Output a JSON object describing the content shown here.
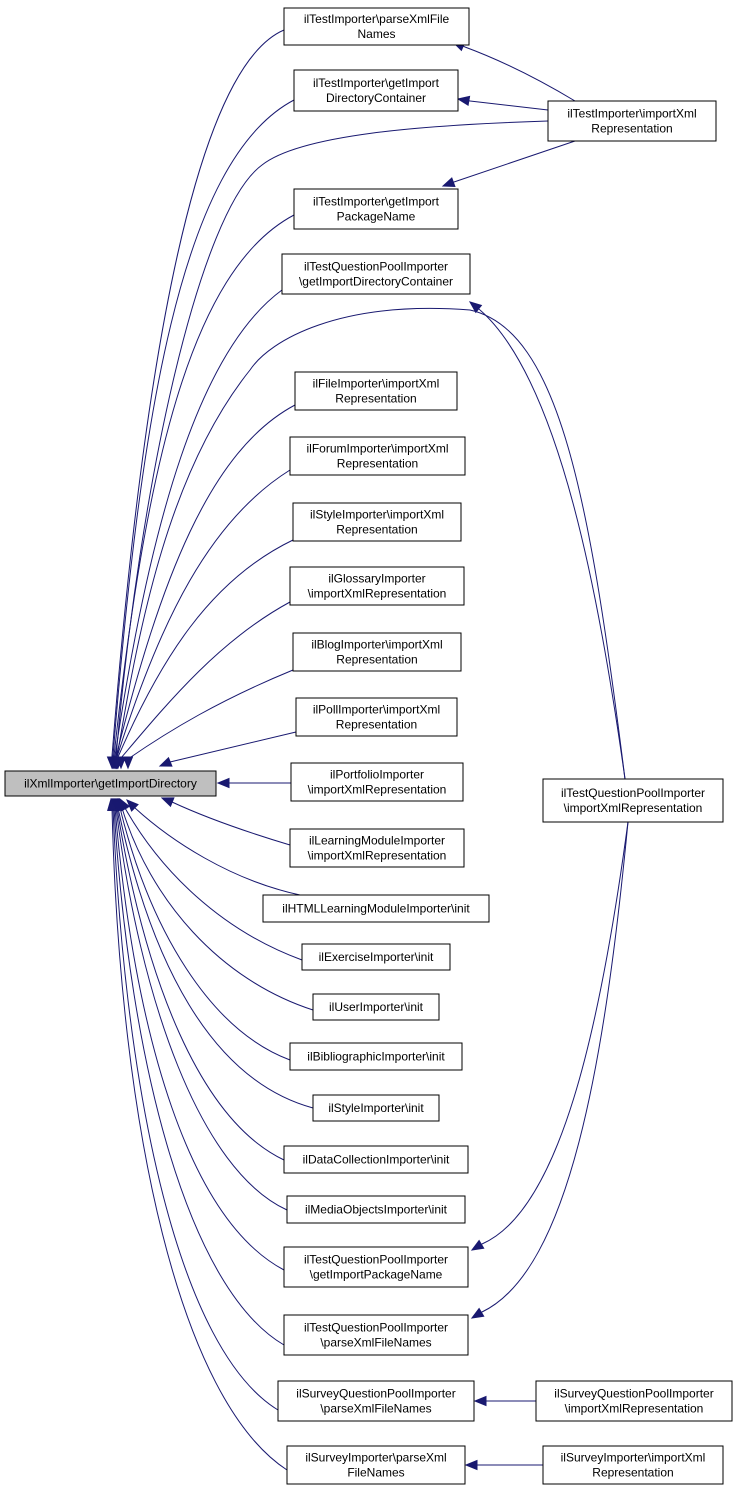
{
  "diagram": {
    "type": "call-graph",
    "colors": {
      "edge": "#191970",
      "focus_fill": "#bfbfbf",
      "node_fill": "#ffffff",
      "border": "#000000"
    },
    "nodes": {
      "root": {
        "lines": [
          "ilXmlImporter\\getImportDirectory"
        ]
      },
      "parse_test": {
        "lines": [
          "ilTestImporter\\parseXmlFile",
          "Names"
        ]
      },
      "getdir_test": {
        "lines": [
          "ilTestImporter\\getImport",
          "DirectoryContainer"
        ]
      },
      "getpkg_test": {
        "lines": [
          "ilTestImporter\\getImport",
          "PackageName"
        ]
      },
      "tqp_getdir": {
        "lines": [
          "ilTestQuestionPoolImporter",
          "\\getImportDirectoryContainer"
        ]
      },
      "file_imp": {
        "lines": [
          "ilFileImporter\\importXml",
          "Representation"
        ]
      },
      "forum_imp": {
        "lines": [
          "ilForumImporter\\importXml",
          "Representation"
        ]
      },
      "style_imp": {
        "lines": [
          "ilStyleImporter\\importXml",
          "Representation"
        ]
      },
      "gloss_imp": {
        "lines": [
          "ilGlossaryImporter",
          "\\importXmlRepresentation"
        ]
      },
      "blog_imp": {
        "lines": [
          "ilBlogImporter\\importXml",
          "Representation"
        ]
      },
      "poll_imp": {
        "lines": [
          "ilPollImporter\\importXml",
          "Representation"
        ]
      },
      "port_imp": {
        "lines": [
          "ilPortfolioImporter",
          "\\importXmlRepresentation"
        ]
      },
      "lm_imp": {
        "lines": [
          "ilLearningModuleImporter",
          "\\importXmlRepresentation"
        ]
      },
      "html_init": {
        "lines": [
          "ilHTMLLearningModuleImporter\\init"
        ]
      },
      "ex_init": {
        "lines": [
          "ilExerciseImporter\\init"
        ]
      },
      "user_init": {
        "lines": [
          "ilUserImporter\\init"
        ]
      },
      "bib_init": {
        "lines": [
          "ilBibliographicImporter\\init"
        ]
      },
      "style_init": {
        "lines": [
          "ilStyleImporter\\init"
        ]
      },
      "dc_init": {
        "lines": [
          "ilDataCollectionImporter\\init"
        ]
      },
      "mo_init": {
        "lines": [
          "ilMediaObjectsImporter\\init"
        ]
      },
      "tqp_getpkg": {
        "lines": [
          "ilTestQuestionPoolImporter",
          "\\getImportPackageName"
        ]
      },
      "tqp_parse": {
        "lines": [
          "ilTestQuestionPoolImporter",
          "\\parseXmlFileNames"
        ]
      },
      "sqp_parse": {
        "lines": [
          "ilSurveyQuestionPoolImporter",
          "\\parseXmlFileNames"
        ]
      },
      "svy_parse": {
        "lines": [
          "ilSurveyImporter\\parseXml",
          "FileNames"
        ]
      },
      "test_imp": {
        "lines": [
          "ilTestImporter\\importXml",
          "Representation"
        ]
      },
      "tqp_imp": {
        "lines": [
          "ilTestQuestionPoolImporter",
          "\\importXmlRepresentation"
        ]
      },
      "sqp_imp": {
        "lines": [
          "ilSurveyQuestionPoolImporter",
          "\\importXmlRepresentation"
        ]
      },
      "svy_imp": {
        "lines": [
          "ilSurveyImporter\\importXml",
          "Representation"
        ]
      }
    },
    "edges": [
      [
        "parse_test",
        "root"
      ],
      [
        "getdir_test",
        "root"
      ],
      [
        "getpkg_test",
        "root"
      ],
      [
        "tqp_getdir",
        "root"
      ],
      [
        "file_imp",
        "root"
      ],
      [
        "forum_imp",
        "root"
      ],
      [
        "style_imp",
        "root"
      ],
      [
        "gloss_imp",
        "root"
      ],
      [
        "blog_imp",
        "root"
      ],
      [
        "poll_imp",
        "root"
      ],
      [
        "port_imp",
        "root"
      ],
      [
        "lm_imp",
        "root"
      ],
      [
        "html_init",
        "root"
      ],
      [
        "ex_init",
        "root"
      ],
      [
        "user_init",
        "root"
      ],
      [
        "bib_init",
        "root"
      ],
      [
        "style_init",
        "root"
      ],
      [
        "dc_init",
        "root"
      ],
      [
        "mo_init",
        "root"
      ],
      [
        "tqp_getpkg",
        "root"
      ],
      [
        "tqp_parse",
        "root"
      ],
      [
        "sqp_parse",
        "root"
      ],
      [
        "svy_parse",
        "root"
      ],
      [
        "test_imp",
        "parse_test"
      ],
      [
        "test_imp",
        "getdir_test"
      ],
      [
        "test_imp",
        "getpkg_test"
      ],
      [
        "test_imp",
        "root"
      ],
      [
        "tqp_imp",
        "tqp_getdir"
      ],
      [
        "tqp_imp",
        "root"
      ],
      [
        "tqp_imp",
        "tqp_getpkg"
      ],
      [
        "tqp_imp",
        "tqp_parse"
      ],
      [
        "sqp_imp",
        "sqp_parse"
      ],
      [
        "svy_imp",
        "svy_parse"
      ]
    ]
  }
}
